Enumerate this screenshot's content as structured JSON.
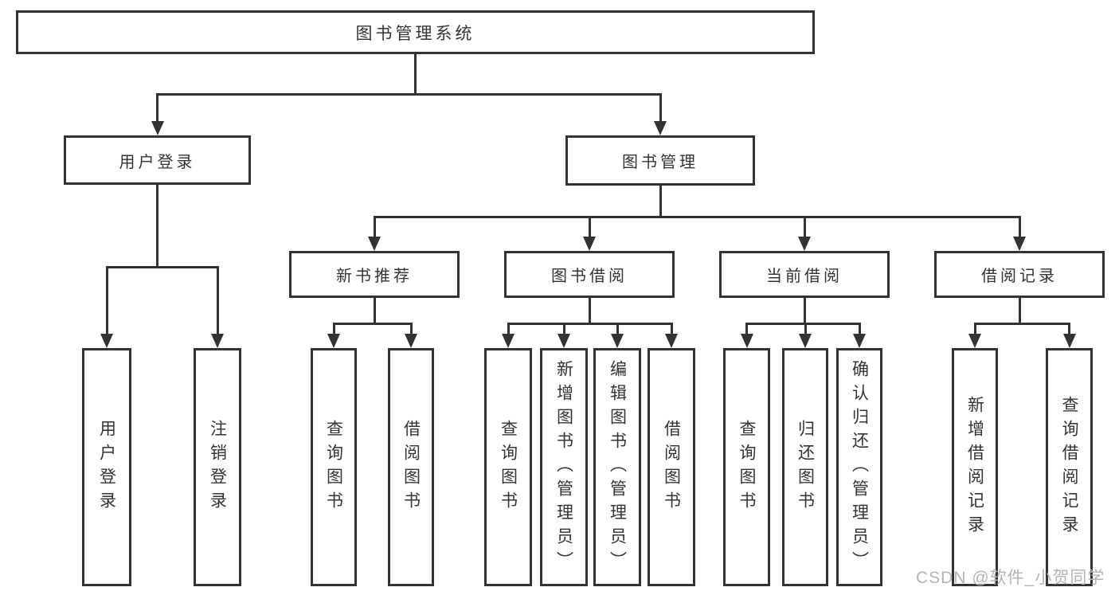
{
  "tree": {
    "label": "图书管理系统",
    "children": [
      {
        "label": "用户登录",
        "children": [
          {
            "label": "用户登录"
          },
          {
            "label": "注销登录"
          }
        ]
      },
      {
        "label": "图书管理",
        "children": [
          {
            "label": "新书推荐",
            "children": [
              {
                "label": "查询图书"
              },
              {
                "label": "借阅图书"
              }
            ]
          },
          {
            "label": "图书借阅",
            "children": [
              {
                "label": "查询图书"
              },
              {
                "label": "新增图书（管理员）"
              },
              {
                "label": "编辑图书（管理员）"
              },
              {
                "label": "借阅图书"
              }
            ]
          },
          {
            "label": "当前借阅",
            "children": [
              {
                "label": "查询图书"
              },
              {
                "label": "归还图书"
              },
              {
                "label": "确认归还（管理员）"
              }
            ]
          },
          {
            "label": "借阅记录",
            "children": [
              {
                "label": "新增借阅记录"
              },
              {
                "label": "查询借阅记录"
              }
            ]
          }
        ]
      }
    ]
  },
  "watermark": "CSDN @软件_小贺同学",
  "colors": {
    "line": "#333333",
    "box_border": "#333333",
    "box_fill": "#ffffff",
    "text": "#333333",
    "background": "#ffffff",
    "watermark": "#b4b4b8"
  }
}
